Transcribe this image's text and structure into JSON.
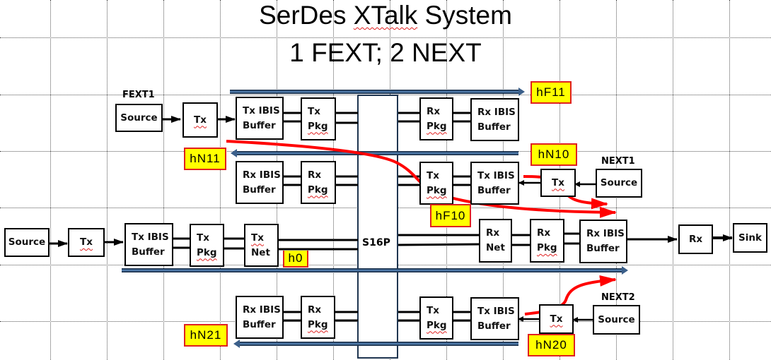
{
  "title": {
    "line1_pre": "SerDes ",
    "line1_word": "XTalk",
    "line1_post": " System",
    "line2": "1 FEXT; 2 NEXT"
  },
  "channel": {
    "label": "S16P"
  },
  "group_labels": {
    "fext1": "FEXT1",
    "next1": "NEXT1",
    "next2": "NEXT2"
  },
  "blocks": {
    "fext1": {
      "source": "Source",
      "tx": "Tx",
      "tx_ibis": [
        "Tx IBIS",
        "Buffer"
      ],
      "tx_pkg": [
        "Tx",
        "Pkg"
      ],
      "rx_pkg": [
        "Rx",
        "Pkg"
      ],
      "rx_ibis": [
        "Rx IBIS",
        "Buffer"
      ]
    },
    "next1": {
      "rx_ibis": [
        "Rx IBIS",
        "Buffer"
      ],
      "rx_pkg": [
        "Rx",
        "Pkg"
      ],
      "tx_pkg": [
        "Tx",
        "Pkg"
      ],
      "tx_ibis": [
        "Tx IBIS",
        "Buffer"
      ],
      "tx": "Tx",
      "source": "Source"
    },
    "victim": {
      "source": "Source",
      "tx": "Tx",
      "tx_ibis": [
        "Tx IBIS",
        "Buffer"
      ],
      "tx_pkg": [
        "Tx",
        "Pkg"
      ],
      "tx_net": [
        "Tx",
        "Net"
      ],
      "rx_net": [
        "Rx",
        "Net"
      ],
      "rx_pkg": [
        "Rx",
        "Pkg"
      ],
      "rx_ibis": [
        "Rx IBIS",
        "Buffer"
      ],
      "rx": "Rx",
      "sink": "Sink"
    },
    "next2": {
      "rx_ibis": [
        "Rx IBIS",
        "Buffer"
      ],
      "rx_pkg": [
        "Rx",
        "Pkg"
      ],
      "tx_pkg": [
        "Tx",
        "Pkg"
      ],
      "tx_ibis": [
        "Tx IBIS",
        "Buffer"
      ],
      "tx": "Tx",
      "source": "Source"
    }
  },
  "impulse_tags": {
    "hF11": "hF11",
    "hN11": "hN11",
    "hN10": "hN10",
    "hF10": "hF10",
    "h0": "h0",
    "hN21": "hN21",
    "hN20": "hN20"
  },
  "colors": {
    "path_arrow": "#3b5f8a",
    "crosstalk_arrow": "#ff0000",
    "tag_fill": "#ffff00",
    "tag_border": "#e02020",
    "block_border": "#000000"
  }
}
